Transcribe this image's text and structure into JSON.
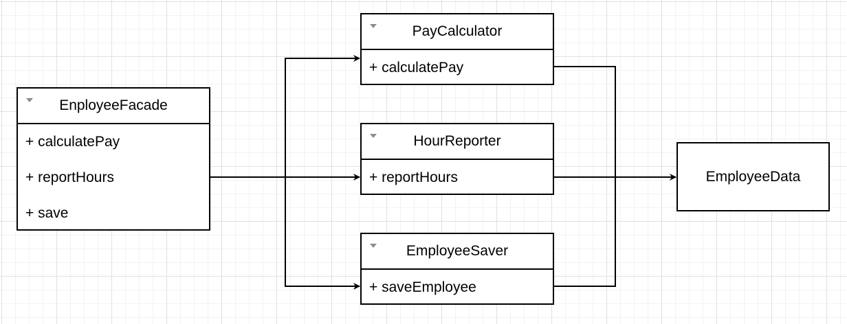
{
  "classes": [
    {
      "id": "enployee-facade",
      "name": "EnployeeFacade",
      "members": [
        "+ calculatePay",
        "+ reportHours",
        "+ save"
      ]
    },
    {
      "id": "pay-calculator",
      "name": "PayCalculator",
      "members": [
        "+ calculatePay"
      ]
    },
    {
      "id": "hour-reporter",
      "name": "HourReporter",
      "members": [
        "+ reportHours"
      ]
    },
    {
      "id": "employee-saver",
      "name": "EmployeeSaver",
      "members": [
        "+ saveEmployee"
      ]
    }
  ],
  "entities": {
    "employee_data": "EmployeeData"
  },
  "icons": {
    "collapse": "collapse-triangle-icon",
    "arrowhead": "arrowhead-icon"
  },
  "colors": {
    "stroke": "#000000",
    "background": "#ffffff",
    "grid": "#e0e0e0",
    "collapse_icon": "#8c8c8c"
  }
}
